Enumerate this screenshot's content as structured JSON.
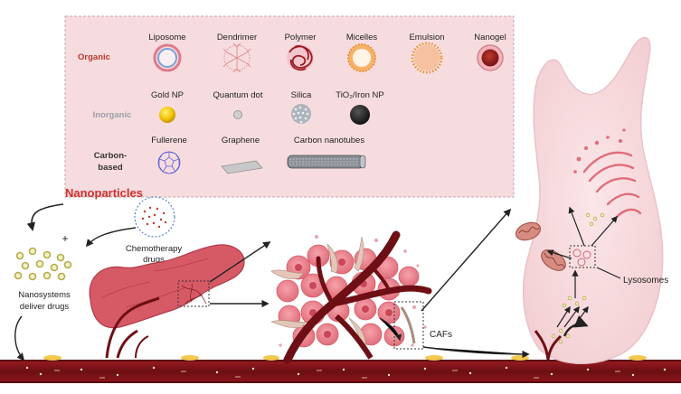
{
  "legend": {
    "organic": {
      "label": "Organic",
      "items": [
        "Liposome",
        "Dendrimer",
        "Polymer",
        "Micelles",
        "Emulsion",
        "Nanogel"
      ]
    },
    "inorganic": {
      "label": "Inorganic",
      "items": [
        "Gold NP",
        "Quantum dot",
        "Silica",
        "TiO₂/Iron NP"
      ]
    },
    "carbon": {
      "label_line1": "Carbon-",
      "label_line2": "based",
      "items": [
        "Fullerene",
        "Graphene",
        "Carbon nanotubes"
      ]
    }
  },
  "labels": {
    "nanoparticles": "Nanoparticles",
    "plus": "+",
    "chemo_line1": "Chemotherapy",
    "chemo_line2": "drugs",
    "nanosystems_line1": "Nanosystems",
    "nanosystems_line2": "deliver drugs",
    "cafs": "CAFs",
    "lysosomes": "Lysosomes"
  },
  "colors": {
    "organic_label": "#c0392b",
    "inorganic_label": "#9aa0a6",
    "carbon_label": "#333333",
    "nanoparticles_title": "#d0312d",
    "legend_bg": "#f7dcdf",
    "vessel": "#7a1418"
  }
}
